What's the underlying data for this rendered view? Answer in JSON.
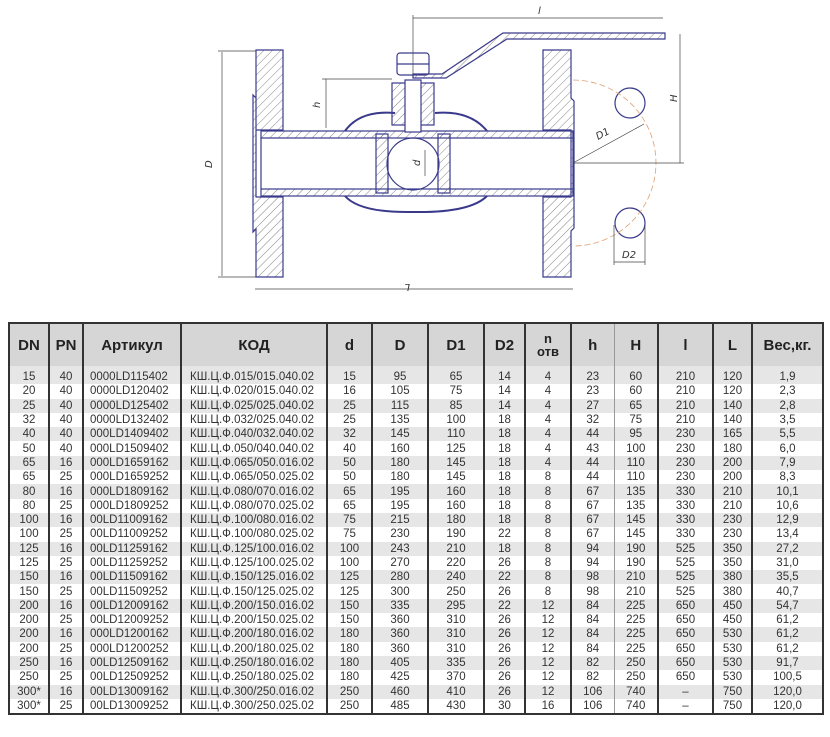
{
  "drawing": {
    "labels": {
      "l_top": "l",
      "h": "h",
      "H": "H",
      "D": "D",
      "d": "d",
      "D1": "D1",
      "D2": "D2",
      "L": "L"
    },
    "colors": {
      "outline": "#3a3a8c",
      "hatch": "#555",
      "center_arc": "#e0a070"
    }
  },
  "table": {
    "headers": [
      "DN",
      "PN",
      "Артикул",
      "КОД",
      "d",
      "D",
      "D1",
      "D2",
      "n отв",
      "h",
      "H",
      "l",
      "L",
      "Вес,кг."
    ],
    "header_n_line1": "n",
    "header_n_line2": "отв",
    "rows": [
      [
        "15",
        "40",
        "0000LD115402",
        "КШ.Ц.Ф.015/015.040.02",
        "15",
        "95",
        "65",
        "14",
        "4",
        "23",
        "60",
        "210",
        "120",
        "1,9"
      ],
      [
        "20",
        "40",
        "0000LD120402",
        "КШ.Ц.Ф.020/015.040.02",
        "16",
        "105",
        "75",
        "14",
        "4",
        "23",
        "60",
        "210",
        "120",
        "2,3"
      ],
      [
        "25",
        "40",
        "0000LD125402",
        "КШ.Ц.Ф.025/025.040.02",
        "25",
        "115",
        "85",
        "14",
        "4",
        "27",
        "65",
        "210",
        "140",
        "2,8"
      ],
      [
        "32",
        "40",
        "0000LD132402",
        "КШ.Ц.Ф.032/025.040.02",
        "25",
        "135",
        "100",
        "18",
        "4",
        "32",
        "75",
        "210",
        "140",
        "3,5"
      ],
      [
        "40",
        "40",
        "000LD1409402",
        "КШ.Ц.Ф.040/032.040.02",
        "32",
        "145",
        "110",
        "18",
        "4",
        "44",
        "95",
        "230",
        "165",
        "5,5"
      ],
      [
        "50",
        "40",
        "000LD1509402",
        "КШ.Ц.Ф.050/040.040.02",
        "40",
        "160",
        "125",
        "18",
        "4",
        "43",
        "100",
        "230",
        "180",
        "6,0"
      ],
      [
        "65",
        "16",
        "000LD1659162",
        "КШ.Ц.Ф.065/050.016.02",
        "50",
        "180",
        "145",
        "18",
        "4",
        "44",
        "110",
        "230",
        "200",
        "7,9"
      ],
      [
        "65",
        "25",
        "000LD1659252",
        "КШ.Ц.Ф.065/050.025.02",
        "50",
        "180",
        "145",
        "18",
        "8",
        "44",
        "110",
        "230",
        "200",
        "8,3"
      ],
      [
        "80",
        "16",
        "000LD1809162",
        "КШ.Ц.Ф.080/070.016.02",
        "65",
        "195",
        "160",
        "18",
        "8",
        "67",
        "135",
        "330",
        "210",
        "10,1"
      ],
      [
        "80",
        "25",
        "000LD1809252",
        "КШ.Ц.Ф.080/070.025.02",
        "65",
        "195",
        "160",
        "18",
        "8",
        "67",
        "135",
        "330",
        "210",
        "10,6"
      ],
      [
        "100",
        "16",
        "00LD11009162",
        "КШ.Ц.Ф.100/080.016.02",
        "75",
        "215",
        "180",
        "18",
        "8",
        "67",
        "145",
        "330",
        "230",
        "12,9"
      ],
      [
        "100",
        "25",
        "00LD11009252",
        "КШ.Ц.Ф.100/080.025.02",
        "75",
        "230",
        "190",
        "22",
        "8",
        "67",
        "145",
        "330",
        "230",
        "13,4"
      ],
      [
        "125",
        "16",
        "00LD11259162",
        "КШ.Ц.Ф.125/100.016.02",
        "100",
        "243",
        "210",
        "18",
        "8",
        "94",
        "190",
        "525",
        "350",
        "27,2"
      ],
      [
        "125",
        "25",
        "00LD11259252",
        "КШ.Ц.Ф.125/100.025.02",
        "100",
        "270",
        "220",
        "26",
        "8",
        "94",
        "190",
        "525",
        "350",
        "31,0"
      ],
      [
        "150",
        "16",
        "00LD11509162",
        "КШ.Ц.Ф.150/125.016.02",
        "125",
        "280",
        "240",
        "22",
        "8",
        "98",
        "210",
        "525",
        "380",
        "35,5"
      ],
      [
        "150",
        "25",
        "00LD11509252",
        "КШ.Ц.Ф.150/125.025.02",
        "125",
        "300",
        "250",
        "26",
        "8",
        "98",
        "210",
        "525",
        "380",
        "40,7"
      ],
      [
        "200",
        "16",
        "00LD12009162",
        "КШ.Ц.Ф.200/150.016.02",
        "150",
        "335",
        "295",
        "22",
        "12",
        "84",
        "225",
        "650",
        "450",
        "54,7"
      ],
      [
        "200",
        "25",
        "00LD12009252",
        "КШ.Ц.Ф.200/150.025.02",
        "150",
        "360",
        "310",
        "26",
        "12",
        "84",
        "225",
        "650",
        "450",
        "61,2"
      ],
      [
        "200",
        "16",
        "000LD1200162",
        "КШ.Ц.Ф.200/180.016.02",
        "180",
        "360",
        "310",
        "26",
        "12",
        "84",
        "225",
        "650",
        "530",
        "61,2"
      ],
      [
        "200",
        "25",
        "000LD1200252",
        "КШ.Ц.Ф.200/180.025.02",
        "180",
        "360",
        "310",
        "26",
        "12",
        "84",
        "225",
        "650",
        "530",
        "61,2"
      ],
      [
        "250",
        "16",
        "00LD12509162",
        "КШ.Ц.Ф.250/180.016.02",
        "180",
        "405",
        "335",
        "26",
        "12",
        "82",
        "250",
        "650",
        "530",
        "91,7"
      ],
      [
        "250",
        "25",
        "00LD12509252",
        "КШ.Ц.Ф.250/180.025.02",
        "180",
        "425",
        "370",
        "26",
        "12",
        "82",
        "250",
        "650",
        "530",
        "100,5"
      ],
      [
        "300*",
        "16",
        "00LD13009162",
        "КШ.Ц.Ф.300/250.016.02",
        "250",
        "460",
        "410",
        "26",
        "12",
        "106",
        "740",
        "–",
        "750",
        "120,0"
      ],
      [
        "300*",
        "25",
        "00LD13009252",
        "КШ.Ц.Ф.300/250.025.02",
        "250",
        "485",
        "430",
        "30",
        "16",
        "106",
        "740",
        "–",
        "750",
        "120,0"
      ]
    ]
  }
}
